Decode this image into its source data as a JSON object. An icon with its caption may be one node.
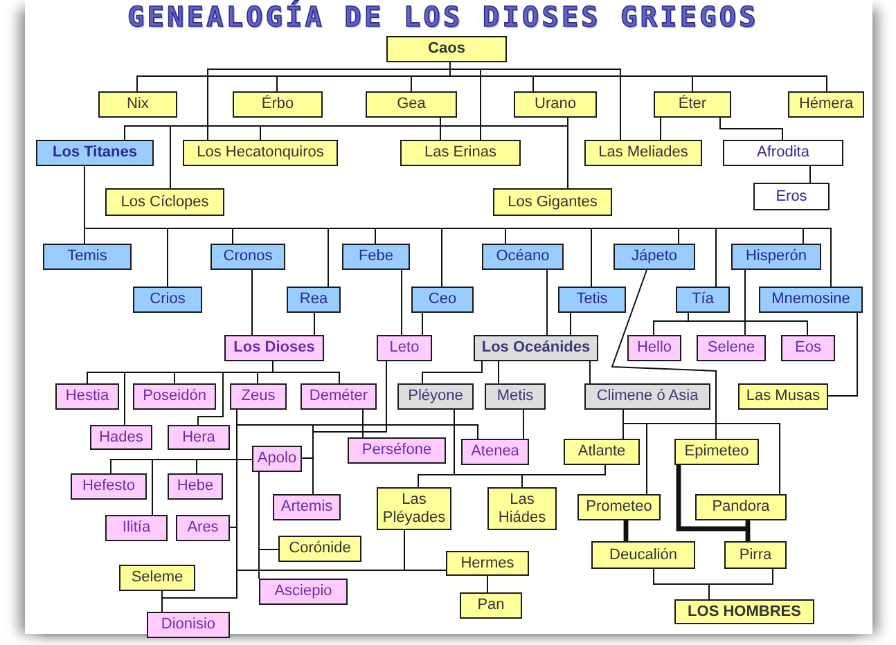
{
  "diagram": {
    "title": "GENEALOGÍA DE LOS DIOSES GRIEGOS",
    "nodes": [
      {
        "text": [
          "Caos"
        ]
      },
      {
        "text": [
          "Nix"
        ]
      },
      {
        "text": [
          "Érbo"
        ]
      },
      {
        "text": [
          "Gea"
        ]
      },
      {
        "text": [
          "Urano"
        ]
      },
      {
        "text": [
          "Éter"
        ]
      },
      {
        "text": [
          "Hémera"
        ]
      },
      {
        "text": [
          "Los Titanes"
        ]
      },
      {
        "text": [
          "Los Hecatonquiros"
        ]
      },
      {
        "text": [
          "Las Erinas"
        ]
      },
      {
        "text": [
          "Las Meliades"
        ]
      },
      {
        "text": [
          "Afrodita"
        ]
      },
      {
        "text": [
          "Los Cíclopes"
        ]
      },
      {
        "text": [
          "Los Gigantes"
        ]
      },
      {
        "text": [
          "Eros"
        ]
      },
      {
        "text": [
          "Temis"
        ]
      },
      {
        "text": [
          "Cronos"
        ]
      },
      {
        "text": [
          "Febe"
        ]
      },
      {
        "text": [
          "Océano"
        ]
      },
      {
        "text": [
          "Jápeto"
        ]
      },
      {
        "text": [
          "Hisperón"
        ]
      },
      {
        "text": [
          "Crios"
        ]
      },
      {
        "text": [
          "Rea"
        ]
      },
      {
        "text": [
          "Ceo"
        ]
      },
      {
        "text": [
          "Tetis"
        ]
      },
      {
        "text": [
          "Tía"
        ]
      },
      {
        "text": [
          "Mnemosine"
        ]
      },
      {
        "text": [
          "Los Dioses"
        ]
      },
      {
        "text": [
          "Leto"
        ]
      },
      {
        "text": [
          "Los Oceánides"
        ]
      },
      {
        "text": [
          "Hello"
        ]
      },
      {
        "text": [
          "Selene"
        ]
      },
      {
        "text": [
          "Eos"
        ]
      },
      {
        "text": [
          "Hestia"
        ]
      },
      {
        "text": [
          "Poseidón"
        ]
      },
      {
        "text": [
          "Zeus"
        ]
      },
      {
        "text": [
          "Deméter"
        ]
      },
      {
        "text": [
          "Pléyone"
        ]
      },
      {
        "text": [
          "Metis"
        ]
      },
      {
        "text": [
          "Climene ó Asia"
        ]
      },
      {
        "text": [
          "Las Musas"
        ]
      },
      {
        "text": [
          "Hades"
        ]
      },
      {
        "text": [
          "Hera"
        ]
      },
      {
        "text": [
          "Perséfone"
        ]
      },
      {
        "text": [
          "Atenea"
        ]
      },
      {
        "text": [
          "Atlante"
        ]
      },
      {
        "text": [
          "Epimeteo"
        ]
      },
      {
        "text": [
          "Apolo"
        ]
      },
      {
        "text": [
          "Hefesto"
        ]
      },
      {
        "text": [
          "Hebe"
        ]
      },
      {
        "text": [
          "Las Pléyades"
        ]
      },
      {
        "text": [
          "Las Hiádes"
        ]
      },
      {
        "text": [
          "Artemis"
        ]
      },
      {
        "text": [
          "Prometeo"
        ]
      },
      {
        "text": [
          "Pandora"
        ]
      },
      {
        "text": [
          "Ilitía"
        ]
      },
      {
        "text": [
          "Ares"
        ]
      },
      {
        "text": [
          "Corónide"
        ]
      },
      {
        "text": [
          "Deucalión"
        ]
      },
      {
        "text": [
          "Pirra"
        ]
      },
      {
        "text": [
          "Hermes"
        ]
      },
      {
        "text": [
          "Seleme"
        ]
      },
      {
        "text": [
          "Asciepio"
        ]
      },
      {
        "text": [
          "Pan"
        ]
      },
      {
        "text": [
          "LOS HOMBRES"
        ]
      },
      {
        "text": [
          "Dionisio"
        ]
      }
    ],
    "edges": [
      {
        "from": 0,
        "to": 1,
        "arrow": "none"
      },
      {
        "from": 0,
        "to": 2,
        "arrow": "none"
      },
      {
        "from": 0,
        "to": 3,
        "arrow": "none"
      },
      {
        "from": 0,
        "to": 4,
        "arrow": "none"
      },
      {
        "from": 0,
        "to": 5,
        "arrow": "none"
      },
      {
        "from": 0,
        "to": 6,
        "arrow": "none"
      },
      {
        "from": 0,
        "to": 8,
        "arrow": "none"
      },
      {
        "from": 0,
        "to": 9,
        "arrow": "none"
      },
      {
        "from": 0,
        "to": 10,
        "arrow": "none"
      },
      {
        "from": 3,
        "to": 7,
        "arrow": "none"
      },
      {
        "from": 3,
        "to": 12,
        "arrow": "none"
      },
      {
        "from": 3,
        "to": 8,
        "arrow": "none"
      },
      {
        "from": 3,
        "to": 9,
        "arrow": "none"
      },
      {
        "from": 3,
        "to": 13,
        "arrow": "none"
      },
      {
        "from": 4,
        "to": 13,
        "arrow": "none"
      },
      {
        "from": 5,
        "to": 10,
        "arrow": "none"
      },
      {
        "from": 5,
        "to": 11,
        "arrow": "none"
      },
      {
        "from": 11,
        "to": 14,
        "arrow": "none"
      },
      {
        "from": 7,
        "to": 15,
        "arrow": "none"
      },
      {
        "from": 7,
        "to": 21,
        "arrow": "none"
      },
      {
        "from": 7,
        "to": 16,
        "arrow": "none"
      },
      {
        "from": 7,
        "to": 22,
        "arrow": "none"
      },
      {
        "from": 7,
        "to": 17,
        "arrow": "none"
      },
      {
        "from": 7,
        "to": 23,
        "arrow": "none"
      },
      {
        "from": 7,
        "to": 18,
        "arrow": "none"
      },
      {
        "from": 7,
        "to": 24,
        "arrow": "none"
      },
      {
        "from": 7,
        "to": 19,
        "arrow": "none"
      },
      {
        "from": 7,
        "to": 25,
        "arrow": "none"
      },
      {
        "from": 7,
        "to": 20,
        "arrow": "none"
      },
      {
        "from": 7,
        "to": 26,
        "arrow": "none"
      },
      {
        "from": 16,
        "to": 27,
        "arrow": "none"
      },
      {
        "from": 22,
        "to": 27,
        "arrow": "none"
      },
      {
        "from": 17,
        "to": 28,
        "arrow": "none"
      },
      {
        "from": 23,
        "to": 28,
        "arrow": "none"
      },
      {
        "from": 18,
        "to": 29,
        "arrow": "none"
      },
      {
        "from": 24,
        "to": 29,
        "arrow": "none"
      },
      {
        "from": 20,
        "to": 30,
        "arrow": "none"
      },
      {
        "from": 20,
        "to": 31,
        "arrow": "none"
      },
      {
        "from": 20,
        "to": 32,
        "arrow": "none"
      },
      {
        "from": 25,
        "to": 30,
        "arrow": "none"
      },
      {
        "from": 25,
        "to": 31,
        "arrow": "none"
      },
      {
        "from": 25,
        "to": 32,
        "arrow": "none"
      },
      {
        "from": 26,
        "to": 40,
        "arrow": "none"
      },
      {
        "from": 27,
        "to": 33,
        "arrow": "none"
      },
      {
        "from": 27,
        "to": 41,
        "arrow": "none"
      },
      {
        "from": 27,
        "to": 34,
        "arrow": "none"
      },
      {
        "from": 27,
        "to": 42,
        "arrow": "none"
      },
      {
        "from": 27,
        "to": 35,
        "arrow": "none"
      },
      {
        "from": 27,
        "to": 36,
        "arrow": "none"
      },
      {
        "from": 29,
        "to": 37,
        "arrow": "none"
      },
      {
        "from": 29,
        "to": 38,
        "arrow": "none"
      },
      {
        "from": 29,
        "to": 39,
        "arrow": "none"
      },
      {
        "from": 19,
        "to": 45,
        "arrow": "none"
      },
      {
        "from": 19,
        "to": 53,
        "arrow": "none"
      },
      {
        "from": 19,
        "to": 46,
        "arrow": "none"
      },
      {
        "from": 19,
        "to": 54,
        "arrow": "none"
      },
      {
        "from": 39,
        "to": 45,
        "arrow": "none"
      },
      {
        "from": 39,
        "to": 53,
        "arrow": "none"
      },
      {
        "from": 39,
        "to": 46,
        "arrow": "none"
      },
      {
        "from": 39,
        "to": 54,
        "arrow": "none"
      },
      {
        "from": 35,
        "to": 48,
        "arrow": "none"
      },
      {
        "from": 35,
        "to": 49,
        "arrow": "none"
      },
      {
        "from": 35,
        "to": 55,
        "arrow": "none"
      },
      {
        "from": 35,
        "to": 56,
        "arrow": "none"
      },
      {
        "from": 35,
        "to": 47,
        "arrow": "none"
      },
      {
        "from": 35,
        "to": 65,
        "arrow": "none"
      },
      {
        "from": 61,
        "to": 65,
        "arrow": "none"
      },
      {
        "from": 35,
        "to": 60,
        "arrow": "none"
      },
      {
        "from": 50,
        "to": 60,
        "arrow": "none"
      },
      {
        "from": 60,
        "to": 63,
        "arrow": "none"
      },
      {
        "from": 47,
        "to": 62,
        "arrow": "none"
      },
      {
        "from": 57,
        "to": 62,
        "arrow": "none"
      },
      {
        "from": 35,
        "to": 43,
        "arrow": "none"
      },
      {
        "from": 36,
        "to": 43,
        "arrow": "none"
      },
      {
        "from": 28,
        "to": 47,
        "arrow": "none"
      },
      {
        "from": 28,
        "to": 52,
        "arrow": "none"
      },
      {
        "from": 35,
        "to": 52,
        "arrow": "none"
      },
      {
        "from": 35,
        "to": 44,
        "arrow": "none"
      },
      {
        "from": 38,
        "to": 44,
        "arrow": "none"
      },
      {
        "from": 37,
        "to": 50,
        "arrow": "none"
      },
      {
        "from": 45,
        "to": 50,
        "arrow": "none"
      },
      {
        "from": 45,
        "to": 51,
        "arrow": "none"
      },
      {
        "from": 53,
        "to": 58,
        "arrow": "none",
        "style": "thick"
      },
      {
        "from": 46,
        "to": 59,
        "arrow": "none",
        "style": "thick"
      },
      {
        "from": 54,
        "to": 59,
        "arrow": "none",
        "style": "thick"
      },
      {
        "from": 58,
        "to": 64,
        "arrow": "none"
      },
      {
        "from": 59,
        "to": 64,
        "arrow": "none"
      }
    ]
  }
}
